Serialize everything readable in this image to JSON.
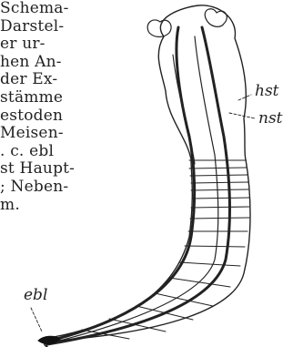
{
  "caption_lines": [
    "Schema-",
    "Darstel-",
    "er    ur-",
    "hen An-",
    "der Ex-",
    "stämme",
    "estoden",
    "Meisen-",
    ". c.   ebl",
    "st Haupt-",
    "; Neben-",
    "m."
  ],
  "labels": {
    "hst": "hst",
    "nst": "nst",
    "ebl": "ebl"
  },
  "colors": {
    "ink": "#222222",
    "background": "#ffffff"
  }
}
